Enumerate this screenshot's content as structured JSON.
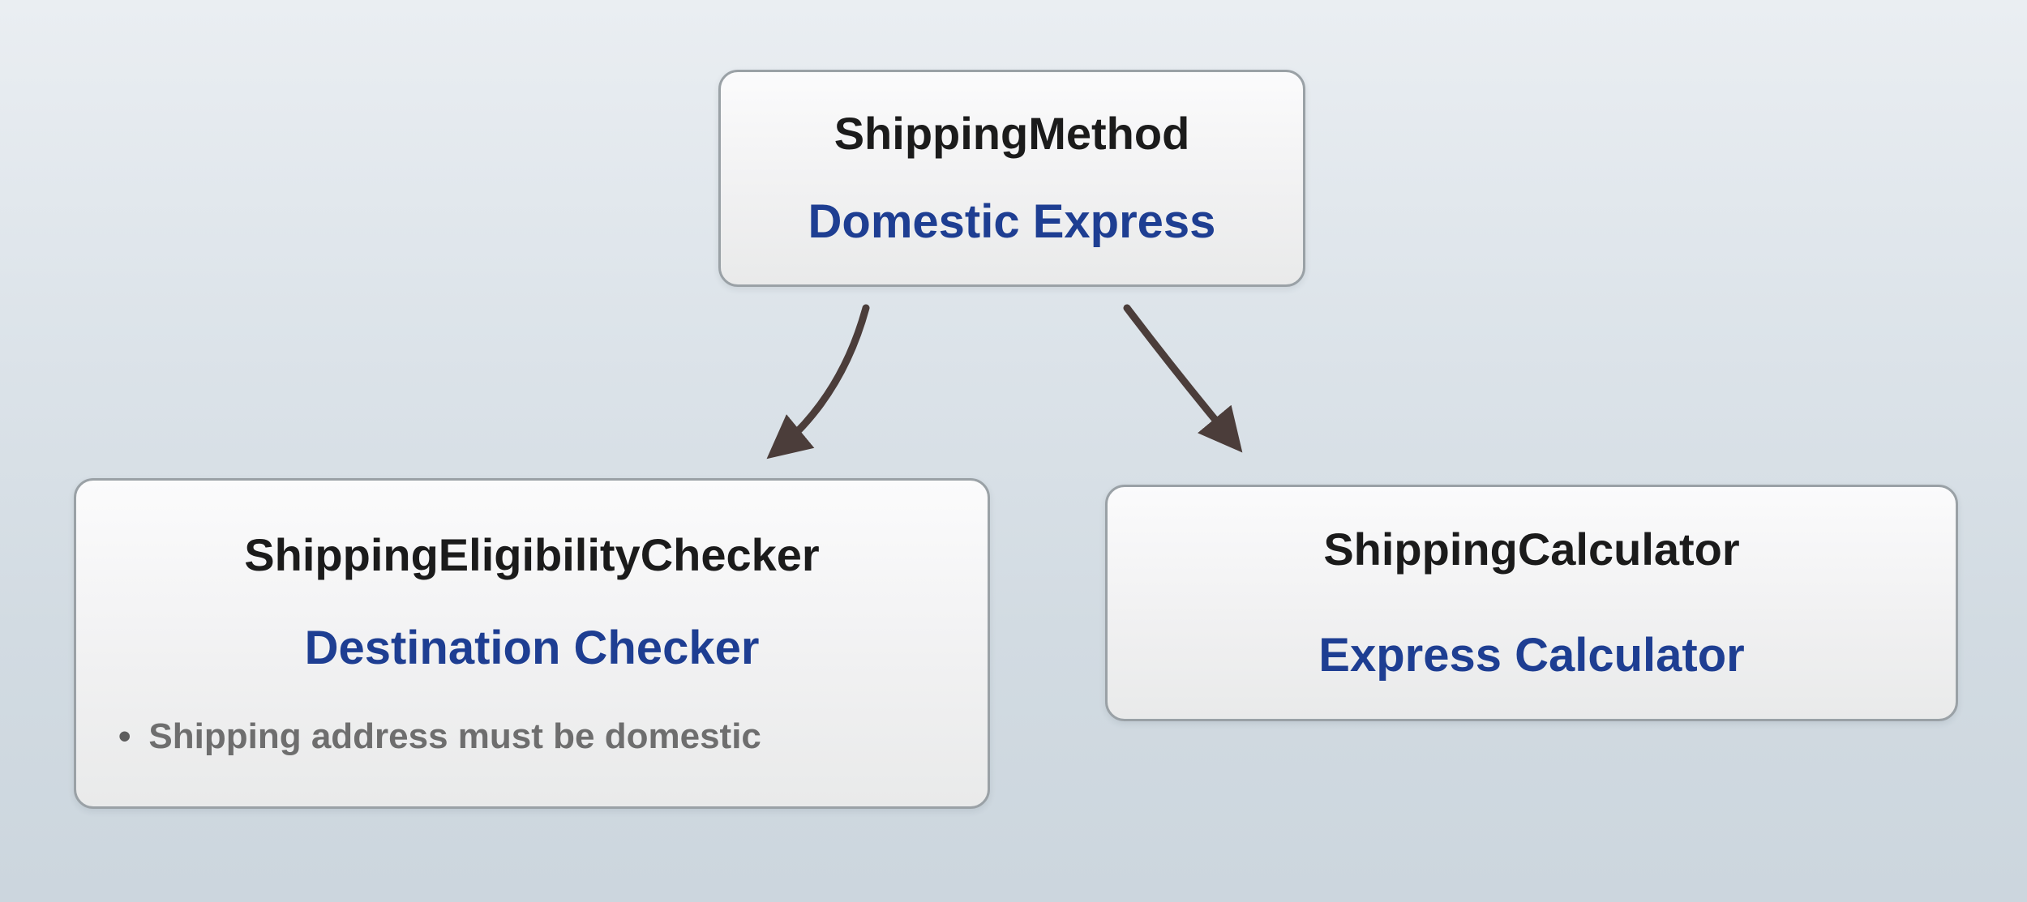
{
  "nodes": {
    "top": {
      "title": "ShippingMethod",
      "subtitle": "Domestic Express"
    },
    "left": {
      "title": "ShippingEligibilityChecker",
      "subtitle": "Destination Checker",
      "bullet_marker": "•",
      "bullet": "Shipping address must be domestic"
    },
    "right": {
      "title": "ShippingCalculator",
      "subtitle": "Express Calculator"
    }
  },
  "colors": {
    "background_top": "#eaeef2",
    "background_bottom": "#ccd6de",
    "node_background": "#f5f5f6",
    "node_border": "#9aa1a6",
    "title_text": "#1b1b1b",
    "subtitle_text": "#1e3e92",
    "bullet_text": "#6e6e6e",
    "arrow": "#4b3d3a"
  }
}
